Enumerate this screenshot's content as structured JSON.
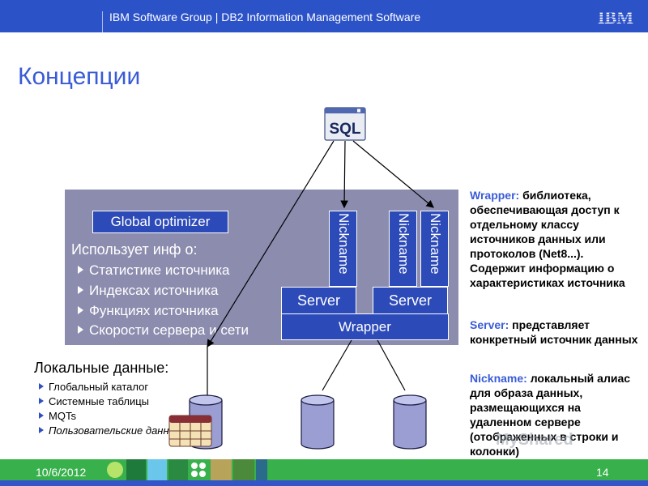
{
  "header": {
    "title": "IBM Software Group  |  DB2 Information Management Software",
    "logo_text": "IBM"
  },
  "page_title": "Концепции",
  "diagram": {
    "sql_label": "SQL",
    "global_optimizer": "Global optimizer",
    "uses_info": "Использует инф о:",
    "bullets": [
      "Статистике источника",
      "Индексах источника",
      "Функциях источника",
      "Скорости сервера и сети"
    ],
    "nickname_label": "Nickname",
    "server_label": "Server",
    "wrapper_label": "Wrapper"
  },
  "local_data": {
    "title": "Локальные данные:",
    "items": [
      "Глобальный каталог",
      "Системные таблицы",
      "MQTs",
      "Пользовательские данные"
    ]
  },
  "definitions": [
    {
      "term": "Wrapper:",
      "text": " библиотека, обеспечивающая доступ к отдельному классу источников данных или протоколов (Net8...). Содержит информацию о характеристиках источника"
    },
    {
      "term": "Server:",
      "text": " представляет конкретный источник данных"
    },
    {
      "term": "Nickname:",
      "text": " локальный алиас для образа данных, размещающихся на удаленном сервере (отображенных в строки и колонки)"
    }
  ],
  "footer": {
    "date": "10/6/2012",
    "page": "14"
  },
  "watermark": "MyShared",
  "colors": {
    "header_blue": "#2c52c8",
    "panel_gray": "#8c8caf",
    "box_blue": "#2c4ab8",
    "footer_green": "#38b04b",
    "term_blue": "#3a5bd6"
  }
}
